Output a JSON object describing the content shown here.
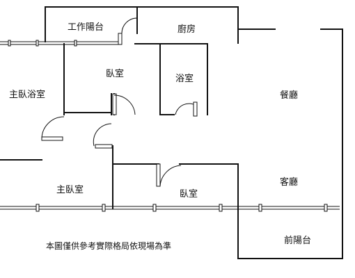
{
  "rooms": {
    "service_balcony": "工作陽台",
    "kitchen": "廚房",
    "bedroom_top": "臥室",
    "bathroom": "浴室",
    "master_bath": "主臥浴室",
    "dining": "餐廳",
    "master_bedroom": "主臥室",
    "living": "客廳",
    "bedroom_bottom": "臥室",
    "front_balcony": "前陽台"
  },
  "note": "本圖僅供參考實際格局依現場為準"
}
